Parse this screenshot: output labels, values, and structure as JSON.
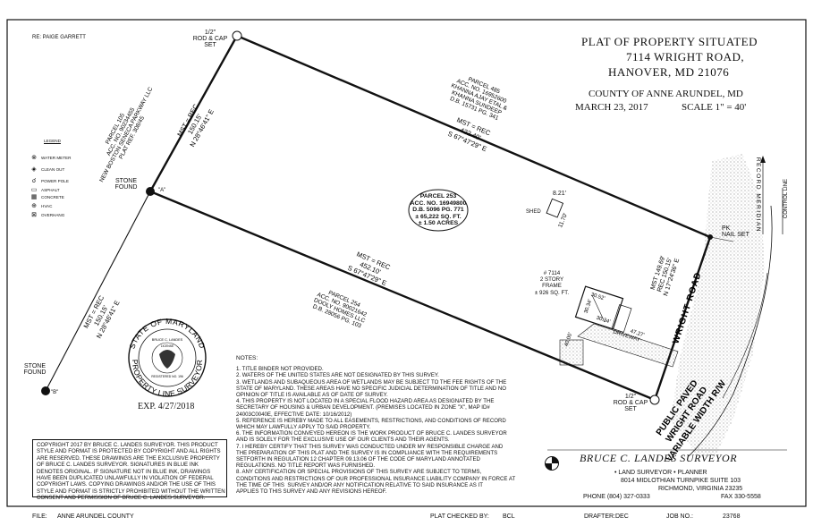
{
  "header": {
    "re": "RE: PAIGE GARRETT",
    "title_lines": [
      "PLAT OF PROPERTY SITUATED",
      "7114 WRIGHT ROAD,",
      "HANOVER, MD 21076"
    ],
    "county": "COUNTY OF ANNE ARUNDEL, MD",
    "date": "MARCH 23, 2017",
    "scale": "SCALE 1\" = 40'"
  },
  "corners": {
    "top_marker": [
      "1/2\"",
      "ROD & CAP",
      "SET"
    ],
    "bottom_marker": [
      "1/2\"",
      "ROD & CAP",
      "SET"
    ],
    "stone_a": [
      "STONE",
      "FOUND"
    ],
    "stone_a_tag": "\"A\"",
    "stone_b": [
      "STONE",
      "FOUND"
    ],
    "stone_b_tag": "\"B\"",
    "pk": [
      "PK",
      "NAIL SET"
    ]
  },
  "boundaries": {
    "north": [
      "MST = REC",
      "422.40'",
      "S 67°47'29\" E"
    ],
    "south": [
      "MST = REC",
      "452.10'",
      "S 67°47'29\" E"
    ],
    "west": [
      "MST = REC",
      "150.15'",
      "N 28°46'41\" E"
    ],
    "southwest": [
      "MST = REC",
      "150.15'",
      "N 28°46'41\" E"
    ],
    "east": [
      "MST 149.69'",
      "REC 150.15'",
      "N 17°24'36\" E"
    ]
  },
  "parcels": {
    "p485": [
      "PARCEL 485",
      "ACC. NO. 16952600",
      "KHANNA AJAY ETAL &",
      "KHANNA SUNDEEP",
      "D.B. 15731 PG. 341"
    ],
    "p105": [
      "PARCEL 105",
      "ACC. NO. 90234455",
      "NEW BOSTON SENECA PARKWAY LLC",
      "PLAT REF. 308/45"
    ],
    "p254": [
      "PARCEL 254",
      "ACC. NO. 90021642",
      "DOOLY HOMES LLC",
      "D.B. 28056 PG. 103"
    ],
    "p253": [
      "PARCEL 253",
      "ACC. NO. 16949800",
      "D.B. 5096 PG. 771",
      "± 65,222 SQ. FT.",
      "± 1.50 ACRES"
    ]
  },
  "structures": {
    "shed": "SHED",
    "shed_dim1": "8.21'",
    "shed_dim2": "11.70'",
    "house": [
      "# 7114",
      "2 STORY",
      "FRAME",
      "± 926 SQ. FT."
    ],
    "house_dims": [
      "30.52'",
      "30.34'",
      "30.34'"
    ],
    "driveway": "DRIVEWAY",
    "drive_dims": [
      "47.27'",
      "40.00'"
    ]
  },
  "road": {
    "name": "WRIGHT ROAD",
    "public": [
      "PUBLIC  PAVED",
      "WRIGHT  ROAD",
      "VARIABLE WIDTH R/W"
    ],
    "meridian": "RECORD  MERIDIAN",
    "control": "CONTROL LINE"
  },
  "legend": {
    "title": "LEGEND",
    "items": [
      {
        "sym": "⊗",
        "label": "WATER METER"
      },
      {
        "sym": "◈",
        "label": "CLEAN OUT"
      },
      {
        "sym": "☌",
        "label": "POWER POLE"
      },
      {
        "sym": "▭",
        "label": "ASPHALT"
      },
      {
        "sym": "▦",
        "label": "CONCRETE"
      },
      {
        "sym": "⊕",
        "label": "HVAC"
      },
      {
        "sym": "⊠",
        "label": "OVERHANG"
      }
    ]
  },
  "seal": {
    "ring_top": "STATE OF MARYLAND",
    "ring_bottom": "PROPERTY LINE SURVEYOR",
    "center": [
      "BRUCE C. LANDES",
      "LICENSE",
      "REGISTERED NO. 196"
    ],
    "expiry": "EXP. 4/27/2018"
  },
  "notes": {
    "title": "NOTES:",
    "lines": [
      "1. TITLE BINDER NOT PROVIDED.",
      "2. WATERS OF THE UNITED STATES ARE NOT DESIGNATED BY THIS SURVEY.",
      "3. WETLANDS AND SUBAQUEOUS AREA OF WETLANDS MAY BE SUBJECT TO THE FEE RIGHTS OF THE",
      "STATE OF MARYLAND. THESE AREAS HAVE NO SPECIFIC JUDICIAL DETERMINATION OF TITLE AND NO",
      "OPINION OF TITLE IS AVAILABLE AS OF DATE OF SURVEY.",
      "4. THIS PROPERTY IS NOT LOCATED IN A SPECIAL FLOOD HAZARD AREA AS DESIGNATED BY THE",
      "SECRETARY OF HOUSING & URBAN DEVELOPMENT. (PREMISES LOCATED IN ZONE \"X\", MAP ID#",
      "24003C0040E, EFFECTIVE DATE: 10/16/2012)",
      "5. REFERENCE IS HEREBY MADE TO ALL EASEMENTS, RESTRICTIONS, AND CONDITIONS OF RECORD",
      "WHICH MAY LAWFULLY APPLY TO SAID PROPERTY.",
      "6. THE INFORMATION CONVEYED HEREON IS THE WORK PRODUCT OF BRUCE C. LANDES SURVEYOR",
      "AND IS SOLELY FOR THE EXCLUSIVE USE OF OUR CLIENTS AND THEIR AGENTS.",
      "7. I HEREBY CERTIFY THAT THIS SURVEY WAS CONDUCTED UNDER MY RESPONSIBLE CHARGE AND",
      "THE PREPARATION OF THIS PLAT AND THE SURVEY IS IN COMPLIANCE WITH THE REQUIREMENTS",
      "SETFORTH IN REGULATION 12 CHAPTER 09.13.06 OF THE CODE OF MARYLAND ANNOTATED",
      "REGULATIONS. NO TITLE REPORT WAS FURNISHED.",
      "8. ANY CERTIFICATION OR SPECIAL PROVISIONS OF THIS SURVEY ARE SUBJECT TO TERMS,",
      "CONDITIONS AND RESTRICTIONS OF OUR PROFESSIONAL INSURANCE LIABILITY COMPANY IN FORCE AT",
      "THE TIME OF THIS  SURVEY AND/OR ANY NOTIFICATION RELATIVE TO SAID INSURANCE AS IT",
      "APPLIES TO THIS SURVEY AND ANY REVISIONS HEREOF."
    ]
  },
  "copyright": {
    "lines": [
      "COPYRIGHT 2017 BY BRUCE C. LANDES SURVEYOR. THIS PRODUCT",
      "STYLE AND FORMAT IS PROTECTED BY COPYRIGHT AND ALL RIGHTS",
      "ARE RESERVED. THESE DRAWINGS ARE THE EXCLUSIVE PROPERTY",
      "OF BRUCE C. LANDES SURVEYOR. SIGNATURES IN BLUE INK",
      "DENOTES ORIGINAL. IF SIGNATURE NOT IN BLUE INK, DRAWINGS",
      "HAVE BEEN DUPLICATED UNLAWFULLY IN VIOLATION OF FEDERAL",
      "COPYRIGHT LAWS. COPYING DRAWINGS AND/OR THE USE OF THIS",
      "STYLE AND FORMAT IS STRICTLY PROHIBITED WITHOUT THE WRITTEN",
      "CONSENT AND PERMISSION OF BRUCE C. LANDES SURVEYOR."
    ]
  },
  "titleblock": {
    "firm": "BRUCE C. LANDES SURVEYOR",
    "services": "•  LAND SURVEYOR     •  PLANNER",
    "address1": "8014 MIDLOTHIAN TURNPIKE        SUITE 103",
    "address2": "RICHMOND, VIRGINIA 23235",
    "phone": "PHONE (804) 327-0333",
    "fax": "FAX 330-5558"
  },
  "footer": {
    "file_label": "FILE:",
    "file_value": "ANNE ARUNDEL COUNTY",
    "checked_label": "PLAT CHECKED BY:",
    "checked_value": "BCL",
    "drafter_label": "DRAFTER:",
    "drafter_value": "DEC",
    "job_label": "JOB NO.:",
    "job_value": "23768"
  }
}
